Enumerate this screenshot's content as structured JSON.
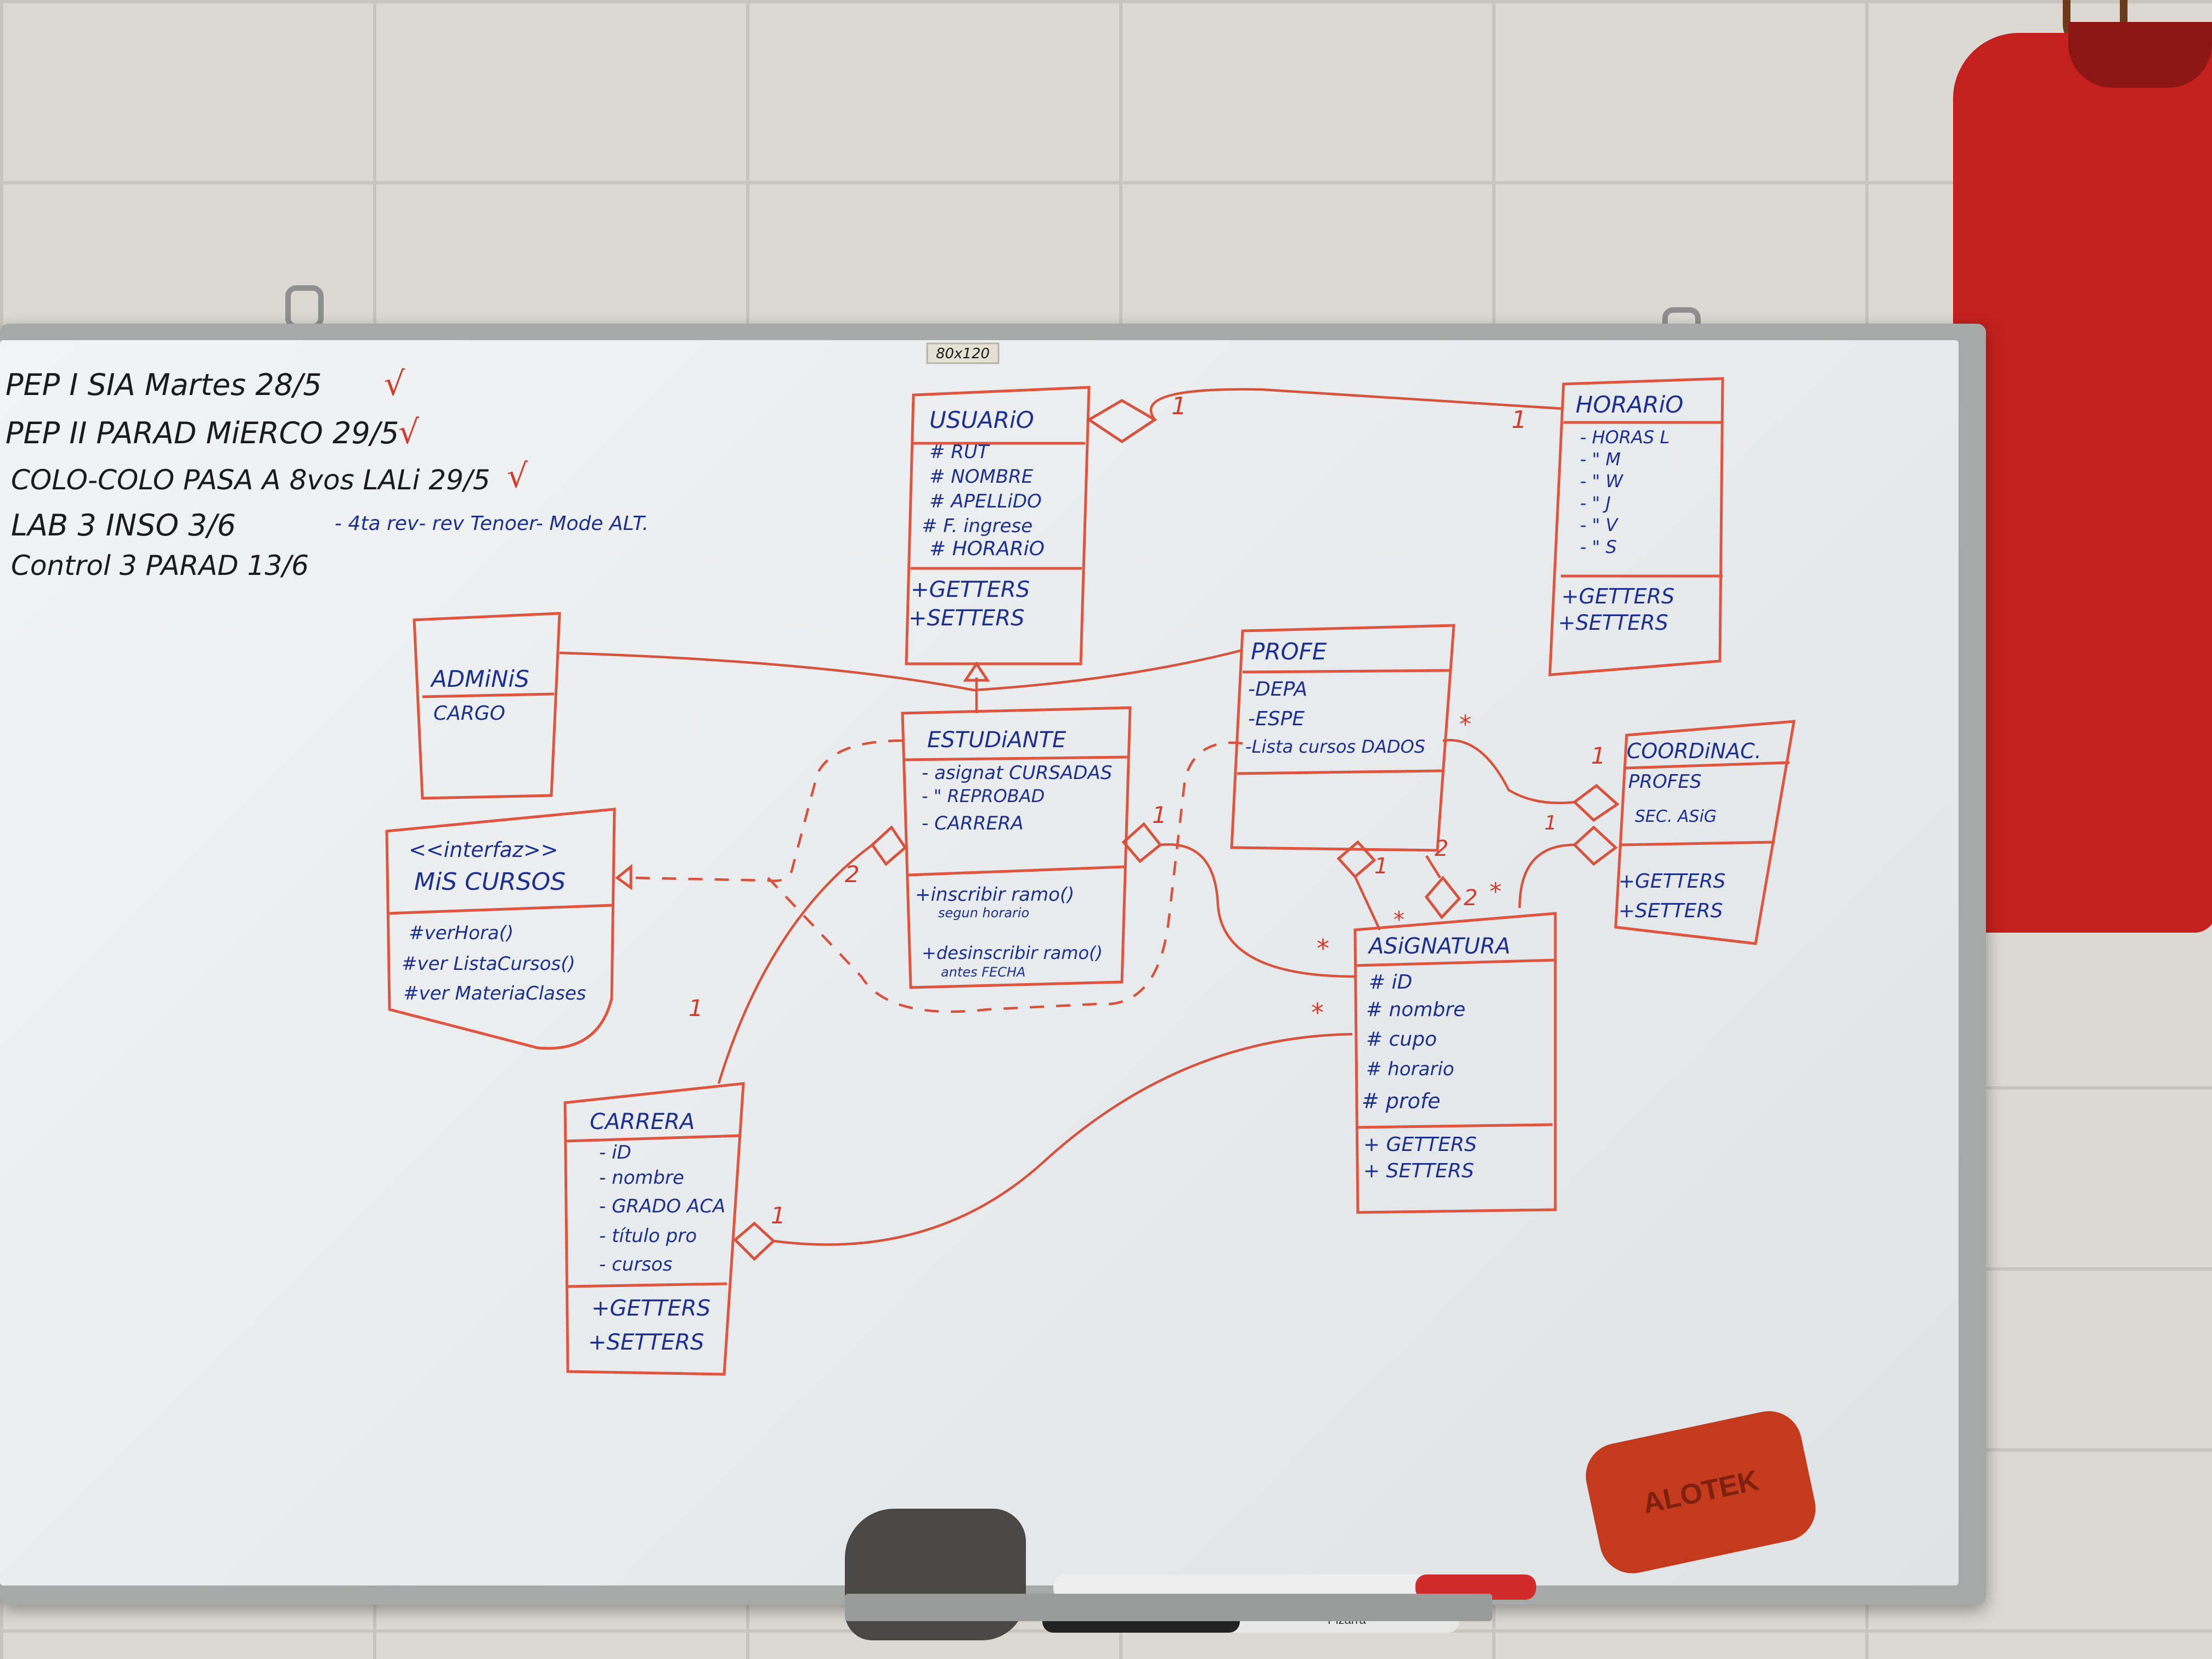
{
  "notes": [
    {
      "text": "PEP I SIA Martes 28/5",
      "check": "√"
    },
    {
      "text": "PEP II PARAD MiERCO 29/5",
      "check": "√"
    },
    {
      "text": "COLO-COLO PASA A 8vos LALi 29/5",
      "check": "√"
    },
    {
      "text": "LAB 3 INSO 3/6",
      "extra": "- 4ta rev- rev Tenoer- Mode ALT."
    },
    {
      "text": "Control 3 PARAD 13/6"
    }
  ],
  "classes": {
    "usuario": {
      "name": "USUARiO",
      "attributes": [
        "# RUT",
        "# NOMBRE",
        "# APELLiDO",
        "# F. ingrese",
        "# HORARiO"
      ],
      "methods": [
        "+GETTERS",
        "+SETTERS"
      ]
    },
    "horario": {
      "name": "HORARiO",
      "attributes": [
        "- HORAS L",
        "- \" M",
        "- \" W",
        "- \" J",
        "- \" V",
        "- \" S"
      ],
      "methods": [
        "+GETTERS",
        "+SETTERS"
      ]
    },
    "adminis": {
      "name": "ADMiNiS",
      "attributes": [
        "CARGO"
      ],
      "methods": []
    },
    "interfaz": {
      "stereotype": "<<interfaz>>",
      "name": "MiS CURSOS",
      "methods": [
        "#verHora()",
        "#ver ListaCursos()",
        "#ver MateriaClases"
      ]
    },
    "estudiante": {
      "name": "ESTUDiANTE",
      "attributes": [
        "- asignat CURSADAS",
        "- \" REPROBAD",
        "- CARRERA"
      ],
      "methods": [
        "+inscribir ramo()",
        "segun horario",
        "+desinscribir ramo()",
        "antes FECHA"
      ]
    },
    "profe": {
      "name": "PROFE",
      "attributes": [
        "-DEPA",
        "-ESPE",
        "-Lista cursos DADOS"
      ],
      "methods": []
    },
    "coordinac": {
      "name": "COORDiNAC.",
      "attributes": [
        "PROFES",
        "SEC. ASiG"
      ],
      "methods": [
        "+GETTERS",
        "+SETTERS"
      ]
    },
    "asignatura": {
      "name": "ASiGNATURA",
      "attributes": [
        "# iD",
        "# nombre",
        "# cupo",
        "# horario",
        "# profe"
      ],
      "methods": [
        "+ GETTERS",
        "+ SETTERS"
      ]
    },
    "carrera": {
      "name": "CARRERA",
      "attributes": [
        "- iD",
        "- nombre",
        "- GRADO ACA",
        "- título pro",
        "- cursos"
      ],
      "methods": [
        "+GETTERS",
        "+SETTERS"
      ]
    }
  },
  "multiplicities": {
    "usuario_horario_a": "1",
    "usuario_horario_b": "1",
    "estudiante_carrera": "2",
    "carrera_estudiante": "1",
    "carrera_asignatura": "1",
    "estudiante_asignatura": "1",
    "profe_asignatura_a": "1",
    "profe_asignatura_b": "2",
    "asignatura_profe_a": "*",
    "asignatura_profe_b": "2",
    "asignatura_coord": "*",
    "coord_profe": "1",
    "coord_asig": "1",
    "profe_star": "*",
    "asig_star_a": "*",
    "asig_star_b": "*"
  },
  "eraser_brand": "ALOTEK",
  "marker_label": "Pizarra",
  "board_label": "80x120"
}
